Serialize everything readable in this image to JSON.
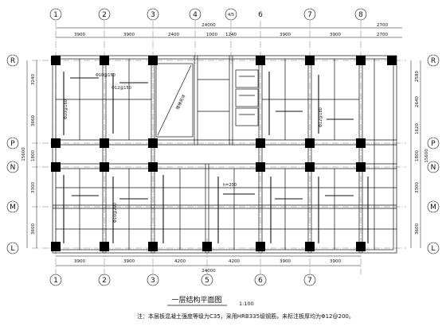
{
  "drawing": {
    "title": "一层结构平面图",
    "scale": "1:100",
    "note": "注：本层板混凝土强度等级为C35，采用HRB335级钢筋，未标注板厚均为Φ12@200。"
  },
  "grid_top": [
    "1",
    "2",
    "3",
    "4",
    "4/5",
    "6",
    "7",
    "8"
  ],
  "grid_bottom": [
    "1",
    "2",
    "3",
    "5",
    "6",
    "7"
  ],
  "grid_left": [
    "R",
    "P",
    "N",
    "M",
    "L"
  ],
  "grid_right": [
    "R",
    "P",
    "N",
    "M",
    "L"
  ],
  "dims": {
    "top_total": "24000",
    "top_right_total": "2700",
    "top_segments": [
      "3900",
      "3900",
      "2400",
      "1000",
      "1240",
      "3900",
      "3900",
      "2700"
    ],
    "bottom_total": "24000",
    "bottom_segments": [
      "3900",
      "3900",
      "4200",
      "4200",
      "3900",
      "3900"
    ],
    "left_total": "15600",
    "left_segments": [
      "3240",
      "3660",
      "1800",
      "3300",
      "3600"
    ],
    "right_total": "15600",
    "right_segments": [
      "2580",
      "2640",
      "1620",
      "1800",
      "3300",
      "3600"
    ]
  },
  "annotations": {
    "slab_thickness": "h=200",
    "stair_label": "楼梯另详",
    "rebar_labels": [
      "Φ10@150",
      "Φ12@150",
      "Φ10@180",
      "Φ12@180",
      "Φ10@200"
    ]
  },
  "colors": {
    "line": "#111111",
    "column": "#000000"
  }
}
